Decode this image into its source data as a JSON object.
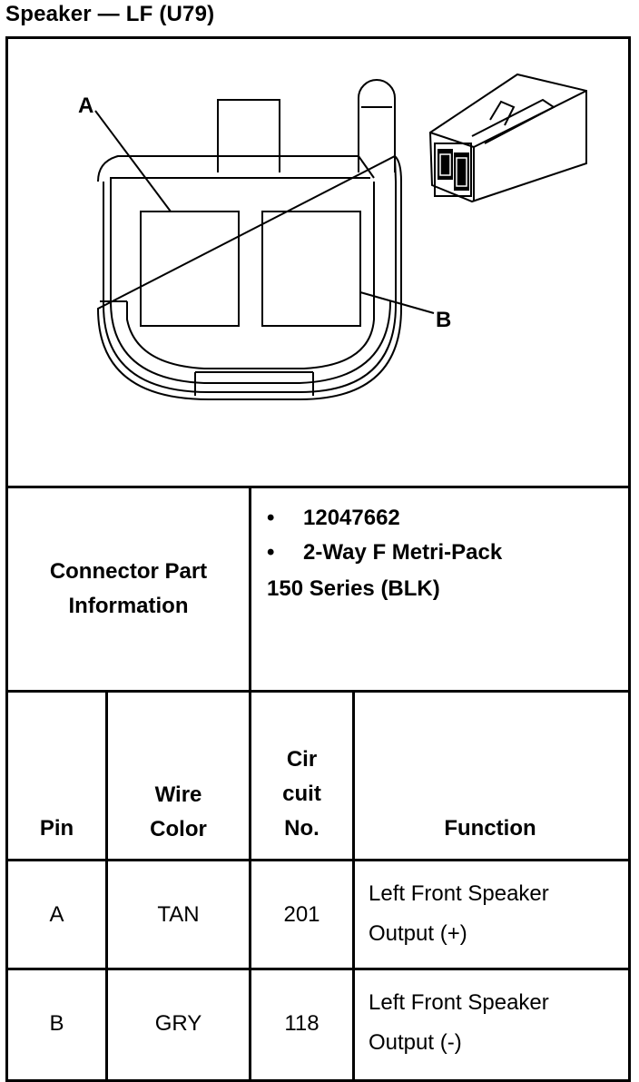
{
  "title": "Speaker — LF (U79)",
  "diagram": {
    "label_a": "A",
    "label_b": "B"
  },
  "connector_info": {
    "label_line1": "Connector Part",
    "label_line2": "Information",
    "bullet_symbol": "•",
    "part_number": "12047662",
    "description_line1": "2-Way F Metri-Pack",
    "description_line2": "150 Series (BLK)"
  },
  "table": {
    "headers": {
      "pin": "Pin",
      "wire_color_line1": "Wire",
      "wire_color_line2": "Color",
      "circuit_line1": "Cir",
      "circuit_line2": "cuit",
      "circuit_line3": "No.",
      "function": "Function"
    },
    "rows": [
      {
        "pin": "A",
        "wire_color": "TAN",
        "circuit": "201",
        "function_line1": "Left Front Speaker",
        "function_line2": "Output (+)"
      },
      {
        "pin": "B",
        "wire_color": "GRY",
        "circuit": "118",
        "function_line1": "Left Front Speaker",
        "function_line2": "Output (-)"
      }
    ]
  }
}
